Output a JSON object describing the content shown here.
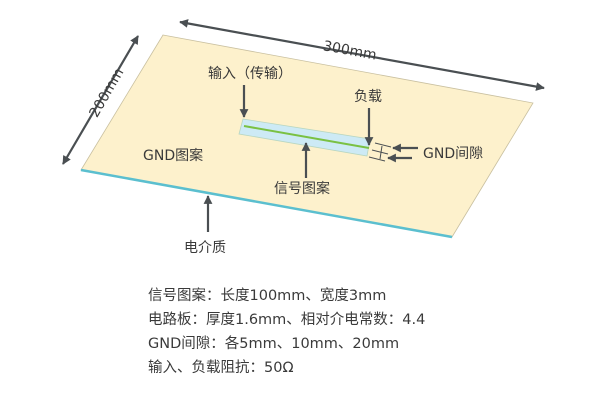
{
  "labels": {
    "width": "300mm",
    "depth": "200mm",
    "input": "输入（传输）",
    "load": "负载",
    "gnd_pattern": "GND图案",
    "gnd_gap": "GND间隙",
    "signal_pattern": "信号图案",
    "dielectric": "电介质"
  },
  "notes": [
    "信号图案：长度100mm、宽度3mm",
    "电路板：厚度1.6mm、相对介电常数：4.4",
    "GND间隙：各5mm、10mm、20mm",
    "输入、负载阻抗：50Ω"
  ],
  "colors": {
    "board": "#fdf1cc",
    "edge": "#5bbfcf",
    "strip": "#cdeaf5",
    "signal": "#7ac143",
    "arrow": "#4a4f52"
  }
}
